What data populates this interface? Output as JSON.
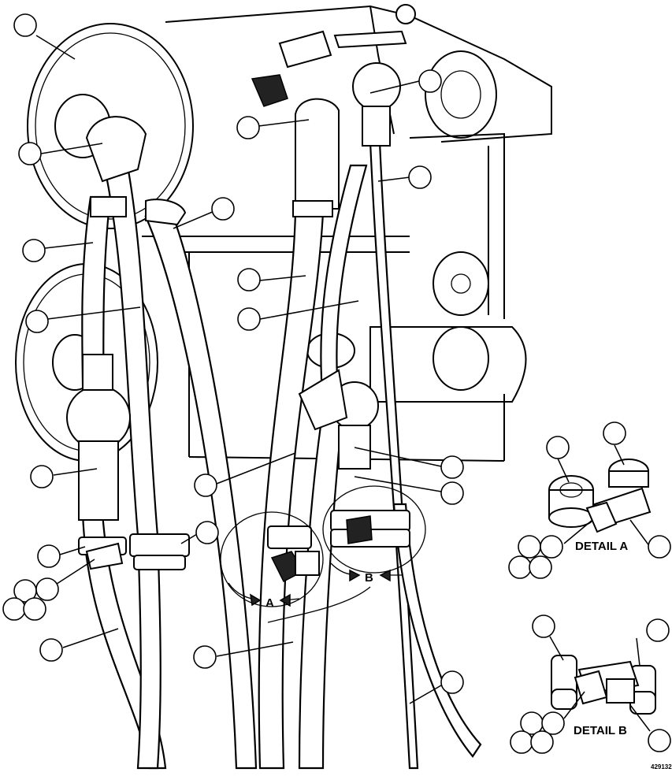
{
  "diagram": {
    "labels": {
      "detail_a": "DETAIL A",
      "detail_b": "DETAIL B",
      "view_a": "A",
      "view_b": "B",
      "drawing_number": "429132"
    },
    "callout_count": 37
  }
}
